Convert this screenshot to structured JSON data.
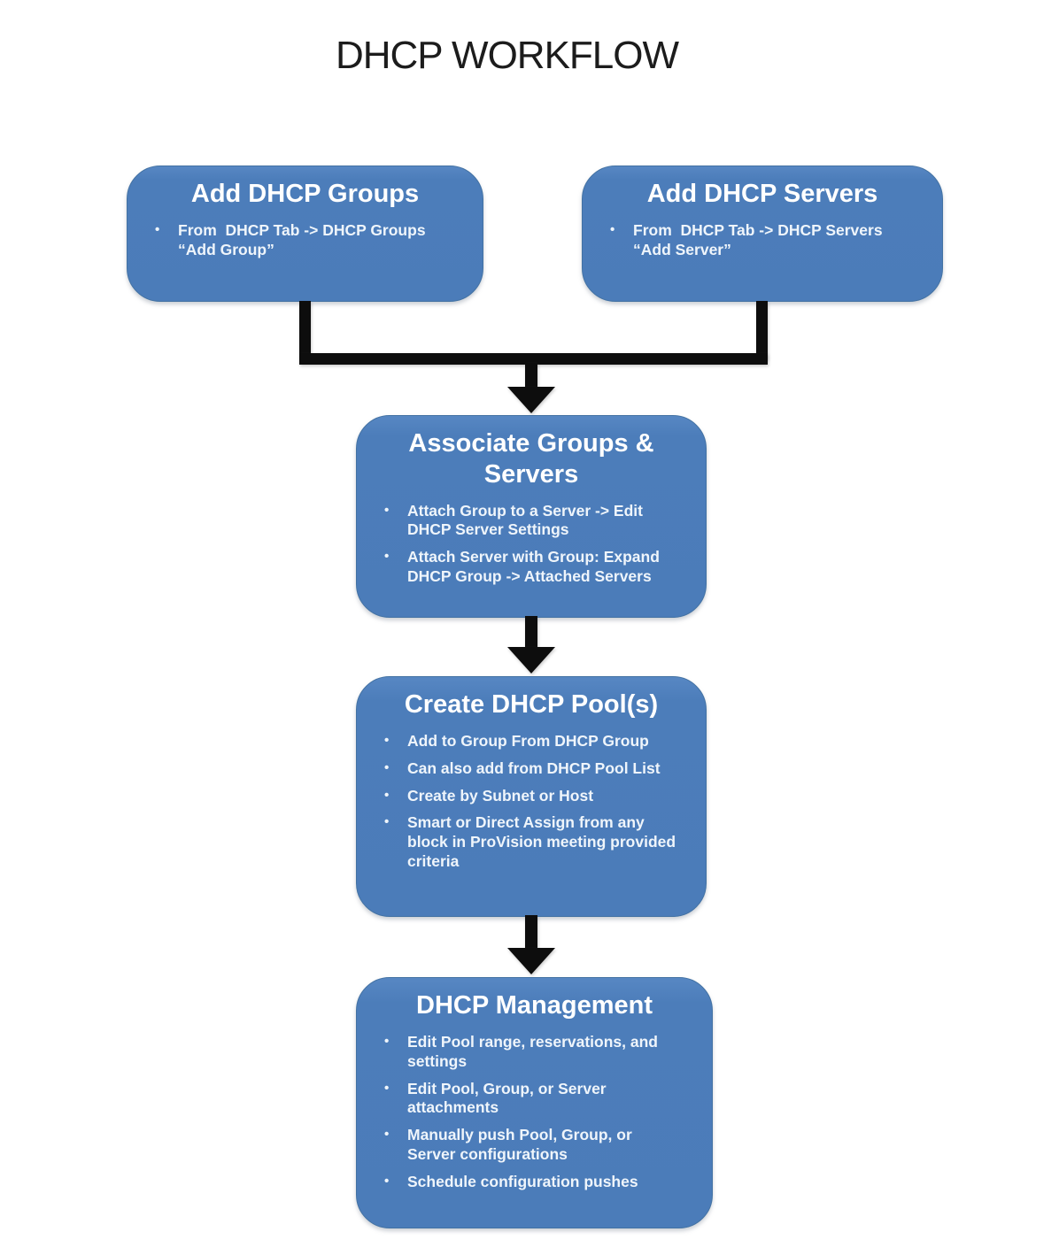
{
  "title": "DHCP WORKFLOW",
  "colors": {
    "node_fill": "#4c7dba",
    "node_border": "#4372a3",
    "heading_text": "#ffffff",
    "body_text": "#eff5fb",
    "arrow": "#0d0d0d",
    "title_text": "#1c1c1c",
    "background": "#ffffff"
  },
  "nodes": {
    "add_groups": {
      "heading": "Add DHCP Groups",
      "bullets": [
        "From  DHCP Tab -> DHCP Groups\n“Add Group”"
      ]
    },
    "add_servers": {
      "heading": "Add DHCP Servers",
      "bullets": [
        "From  DHCP Tab -> DHCP Servers\n“Add Server”"
      ]
    },
    "associate": {
      "heading": "Associate Groups &\nServers",
      "bullets": [
        "Attach Group to a Server -> Edit\nDHCP Server Settings",
        "Attach Server with Group: Expand\nDHCP Group -> Attached Servers"
      ]
    },
    "create_pools": {
      "heading": "Create DHCP Pool(s)",
      "bullets": [
        "Add to Group From DHCP Group",
        "Can also add from DHCP Pool List",
        "Create by Subnet or Host",
        "Smart or Direct Assign from any\nblock in ProVision meeting provided\ncriteria"
      ]
    },
    "management": {
      "heading": "DHCP Management",
      "bullets": [
        "Edit Pool range, reservations, and\nsettings",
        "Edit Pool, Group, or Server\nattachments",
        "Manually push Pool, Group, or\nServer configurations",
        "Schedule configuration pushes"
      ]
    }
  }
}
